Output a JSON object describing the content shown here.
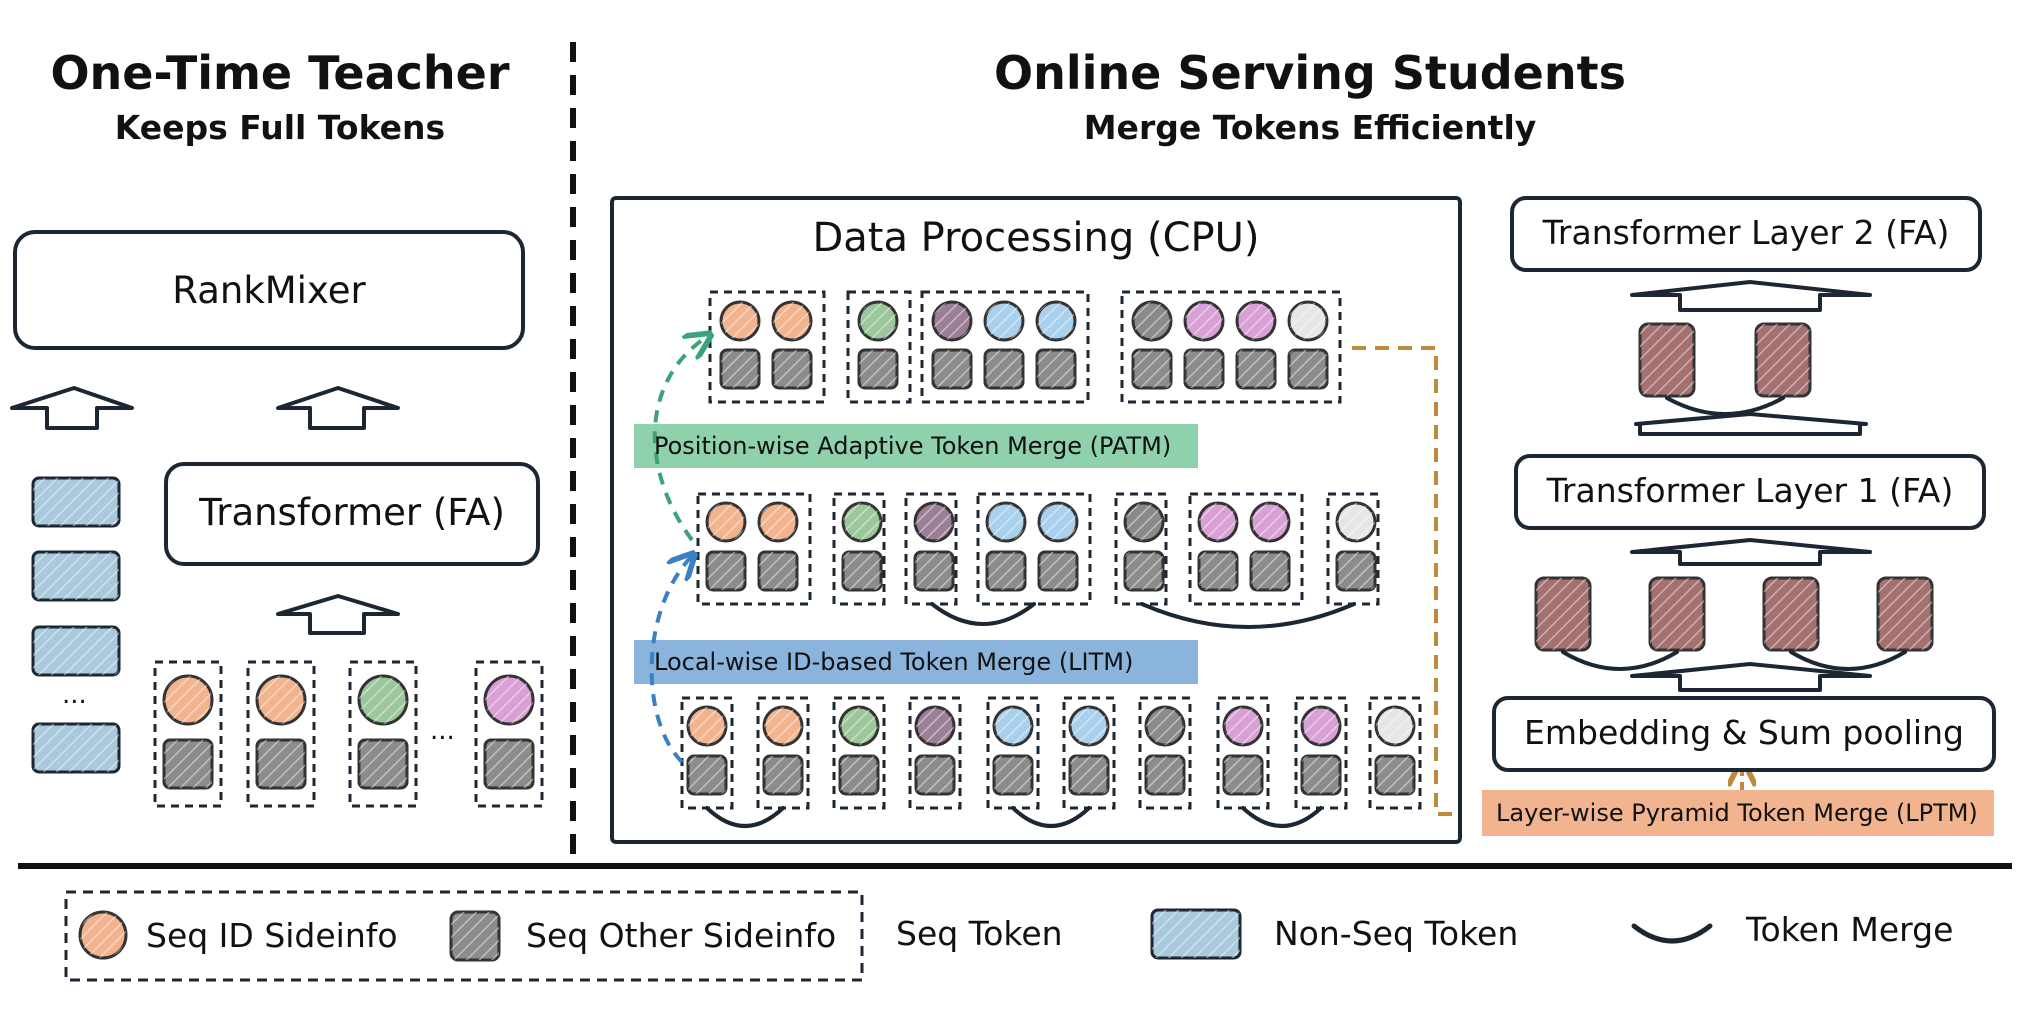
{
  "teacher": {
    "title": "One-Time Teacher",
    "subtitle": "Keeps Full Tokens",
    "rankmixer_label": "RankMixer",
    "transformer_label": "Transformer (FA)",
    "ellipsis": "..."
  },
  "students": {
    "title": "Online Serving Students",
    "subtitle": "Merge Tokens Efficiently",
    "data_processing_label": "Data Processing (CPU)",
    "patm_label": "Position-wise Adaptive Token Merge (PATM)",
    "litm_label": "Local-wise ID-based Token Merge (LITM)",
    "transformer_layer_2_label": "Transformer Layer 2 (FA)",
    "transformer_layer_1_label": "Transformer Layer 1 (FA)",
    "embedding_label": "Embedding & Sum pooling",
    "lptm_label": "Layer-wise Pyramid Token Merge (LPTM)"
  },
  "legend": {
    "seq_id_sideinfo": "Seq ID Sideinfo",
    "seq_other_sideinfo": "Seq Other Sideinfo",
    "seq_token": "Seq Token",
    "non_seq_token": "Non-Seq Token",
    "token_merge": "Token Merge"
  },
  "colors": {
    "id_orange": "#f2b48f",
    "id_green": "#9cc79a",
    "id_purple": "#9c7f96",
    "id_blue": "#a9d0ec",
    "id_dark": "#8a8a8a",
    "id_pink": "#d9a0d6",
    "id_light": "#e6e6e6",
    "other_gray": "#8c8c8c",
    "non_seq_blue": "#a9c9dc",
    "merged_brown": "#a47070",
    "patm_band": "#8fd0ad",
    "litm_band": "#8bb4dc",
    "lptm_band": "#f2b48f",
    "patm_arrow": "#3aa37a",
    "litm_arrow": "#3b7fc4",
    "lptm_arrow": "#c08a3e"
  }
}
